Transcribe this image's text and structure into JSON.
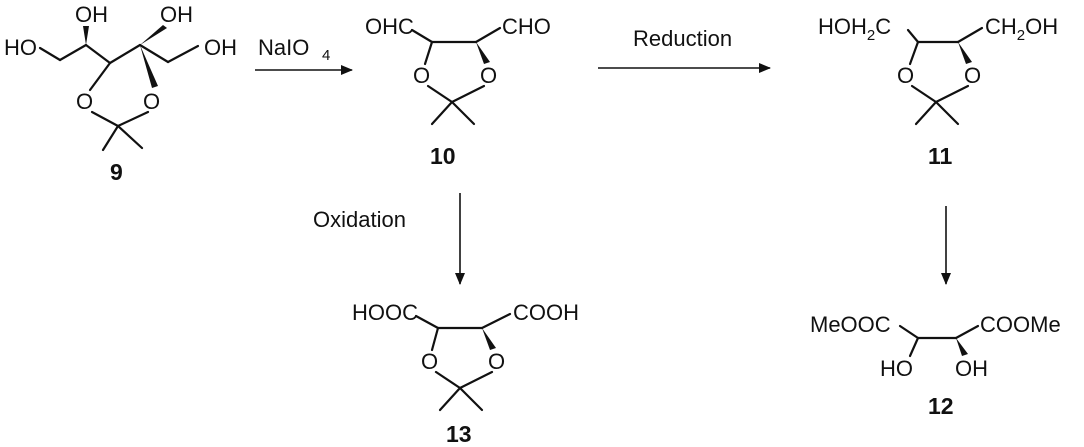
{
  "scheme": {
    "reagents": {
      "step1": {
        "main": "NaIO",
        "sub": "4"
      },
      "step2": "Reduction",
      "step3": "Oxidation"
    },
    "compounds": {
      "c9": {
        "label": "9",
        "atoms": {
          "oh_left": "HO",
          "oh_top1": "OH",
          "oh_top2": "OH",
          "oh_right": "OH",
          "o_ring1": "O",
          "o_ring2": "O"
        }
      },
      "c10": {
        "label": "10",
        "atoms": {
          "left": "OHC",
          "right": "CHO",
          "o_ring1": "O",
          "o_ring2": "O"
        }
      },
      "c11": {
        "label": "11",
        "atoms": {
          "left_a": "HOH",
          "left_sub": "2",
          "left_b": "C",
          "right_a": "CH",
          "right_sub": "2",
          "right_b": "OH",
          "o_ring1": "O",
          "o_ring2": "O"
        }
      },
      "c12": {
        "label": "12",
        "atoms": {
          "left": "MeOOC",
          "right": "COOMe",
          "oh_left": "HO",
          "oh_right": "OH"
        }
      },
      "c13": {
        "label": "13",
        "atoms": {
          "left": "HOOC",
          "right": "COOH",
          "o_ring1": "O",
          "o_ring2": "O"
        }
      }
    }
  }
}
